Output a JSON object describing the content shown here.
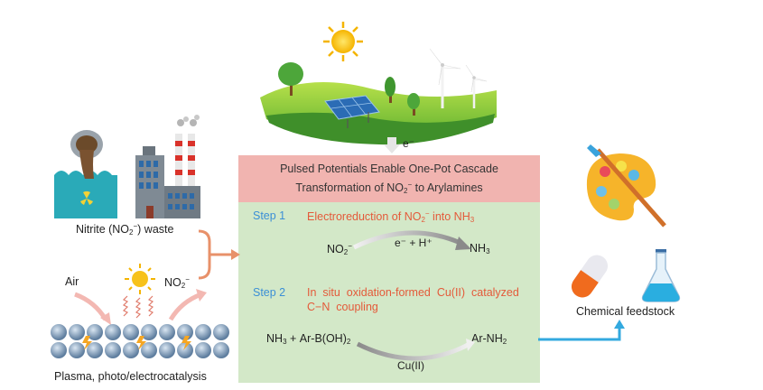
{
  "title": {
    "line1": "Pulsed Potentials Enable One-Pot Cascade",
    "line2_pre": "Transformation of NO",
    "line2_sub": "2",
    "line2_sup": "−",
    "line2_post": " to Arylamines"
  },
  "electron_label": "e⁻",
  "step1": {
    "label": "Step 1",
    "text_pre": "Electroreduction of NO",
    "text_sub": "2",
    "text_sup": "−",
    "text_post": " into NH",
    "text_sub2": "3",
    "reactant": "NO",
    "reactant_sub": "2",
    "reactant_sup": "−",
    "reagent": "e⁻ + H⁺",
    "product": "NH",
    "product_sub": "3"
  },
  "step2": {
    "label": "Step 2",
    "text_line1": "In  situ  oxidation-formed  Cu(II)  catalyzed",
    "text_line2": "C−N  coupling",
    "reactant_a": "NH",
    "reactant_a_sub": "3",
    "plus": "+",
    "reactant_b": "Ar-B(OH)",
    "reactant_b_sub": "2",
    "product": "Ar-NH",
    "product_sub": "2",
    "catalyst": "Cu(II)"
  },
  "left": {
    "nitrite_pre": "Nitrite (NO",
    "nitrite_sub": "2",
    "nitrite_sup": "−",
    "nitrite_post": ") waste",
    "air": "Air",
    "no2": "NO",
    "no2_sub": "2",
    "no2_sup": "−",
    "catalysis": "Plasma, photo/electrocatalysis"
  },
  "right": {
    "feedstock": "Chemical feedstock"
  },
  "colors": {
    "title_bg": "#f1b4b0",
    "green_bg": "#d3e8c8",
    "step_blue": "#3b8fd6",
    "step_red": "#e45a3a",
    "arrow_orange": "#e8916a",
    "arrow_blue": "#33a9df"
  }
}
